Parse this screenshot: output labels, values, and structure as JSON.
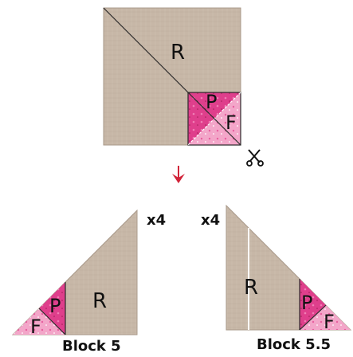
{
  "colors": {
    "linen": "#c7b7a7",
    "linen_edge": "#a9998a",
    "pink_dark": "#d6337f",
    "pink_mid": "#e85a9c",
    "pink_light": "#f2a1c6",
    "arrow_red": "#d2243a",
    "outline": "#222222"
  },
  "top_block": {
    "background_label": "R",
    "corner_top_label": "P",
    "corner_bottom_label": "F"
  },
  "icons": {
    "scissors": "scissors-icon",
    "arrow": "arrow-down-icon"
  },
  "left_result": {
    "multiplier": "x4",
    "background_label": "R",
    "pink_label": "P",
    "light_label": "F",
    "caption": "Block 5"
  },
  "right_result": {
    "multiplier": "x4",
    "background_label": "R",
    "pink_label": "P",
    "light_label": "F",
    "caption": "Block 5.5"
  }
}
